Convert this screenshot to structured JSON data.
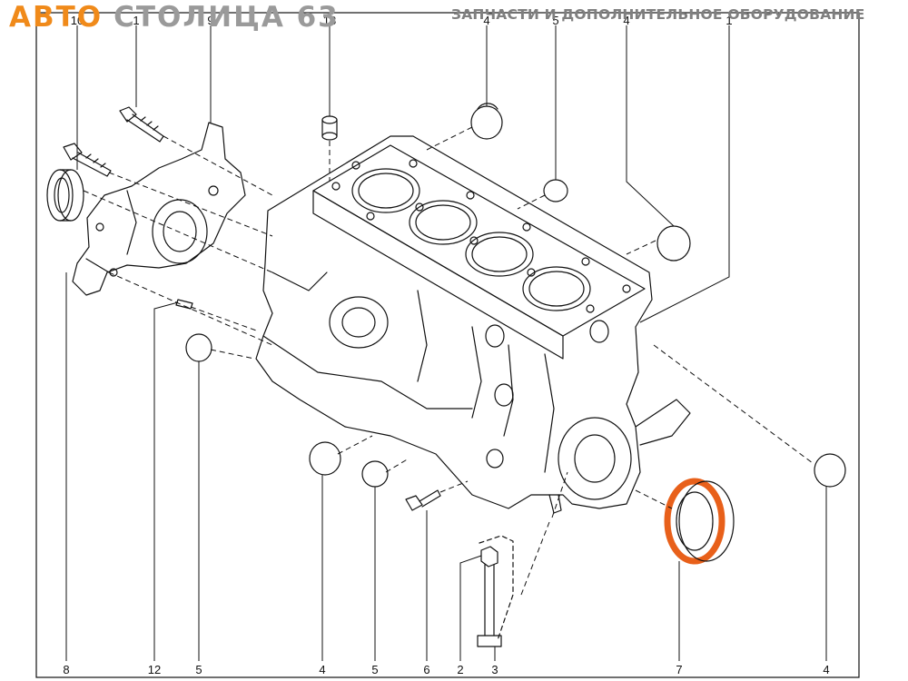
{
  "brand": {
    "part1": "АВТО",
    "part2": "СТОЛИЦА 63",
    "tagline": "ЗАПЧАСТИ И ДОПОЛНИТЕЛЬНОЕ ОБОРУДОВАНИЕ"
  },
  "colors": {
    "brand_orange": "#f08a1a",
    "brand_gray": "#9a9a9a",
    "seal_highlight": "#e8601a",
    "line": "#111111"
  },
  "callouts": {
    "top": [
      "10",
      "1",
      "9",
      "13",
      "4",
      "5",
      "4",
      "1"
    ],
    "bottom": [
      "8",
      "12",
      "5",
      "4",
      "5",
      "6",
      "2",
      "3",
      "7",
      "4"
    ]
  }
}
